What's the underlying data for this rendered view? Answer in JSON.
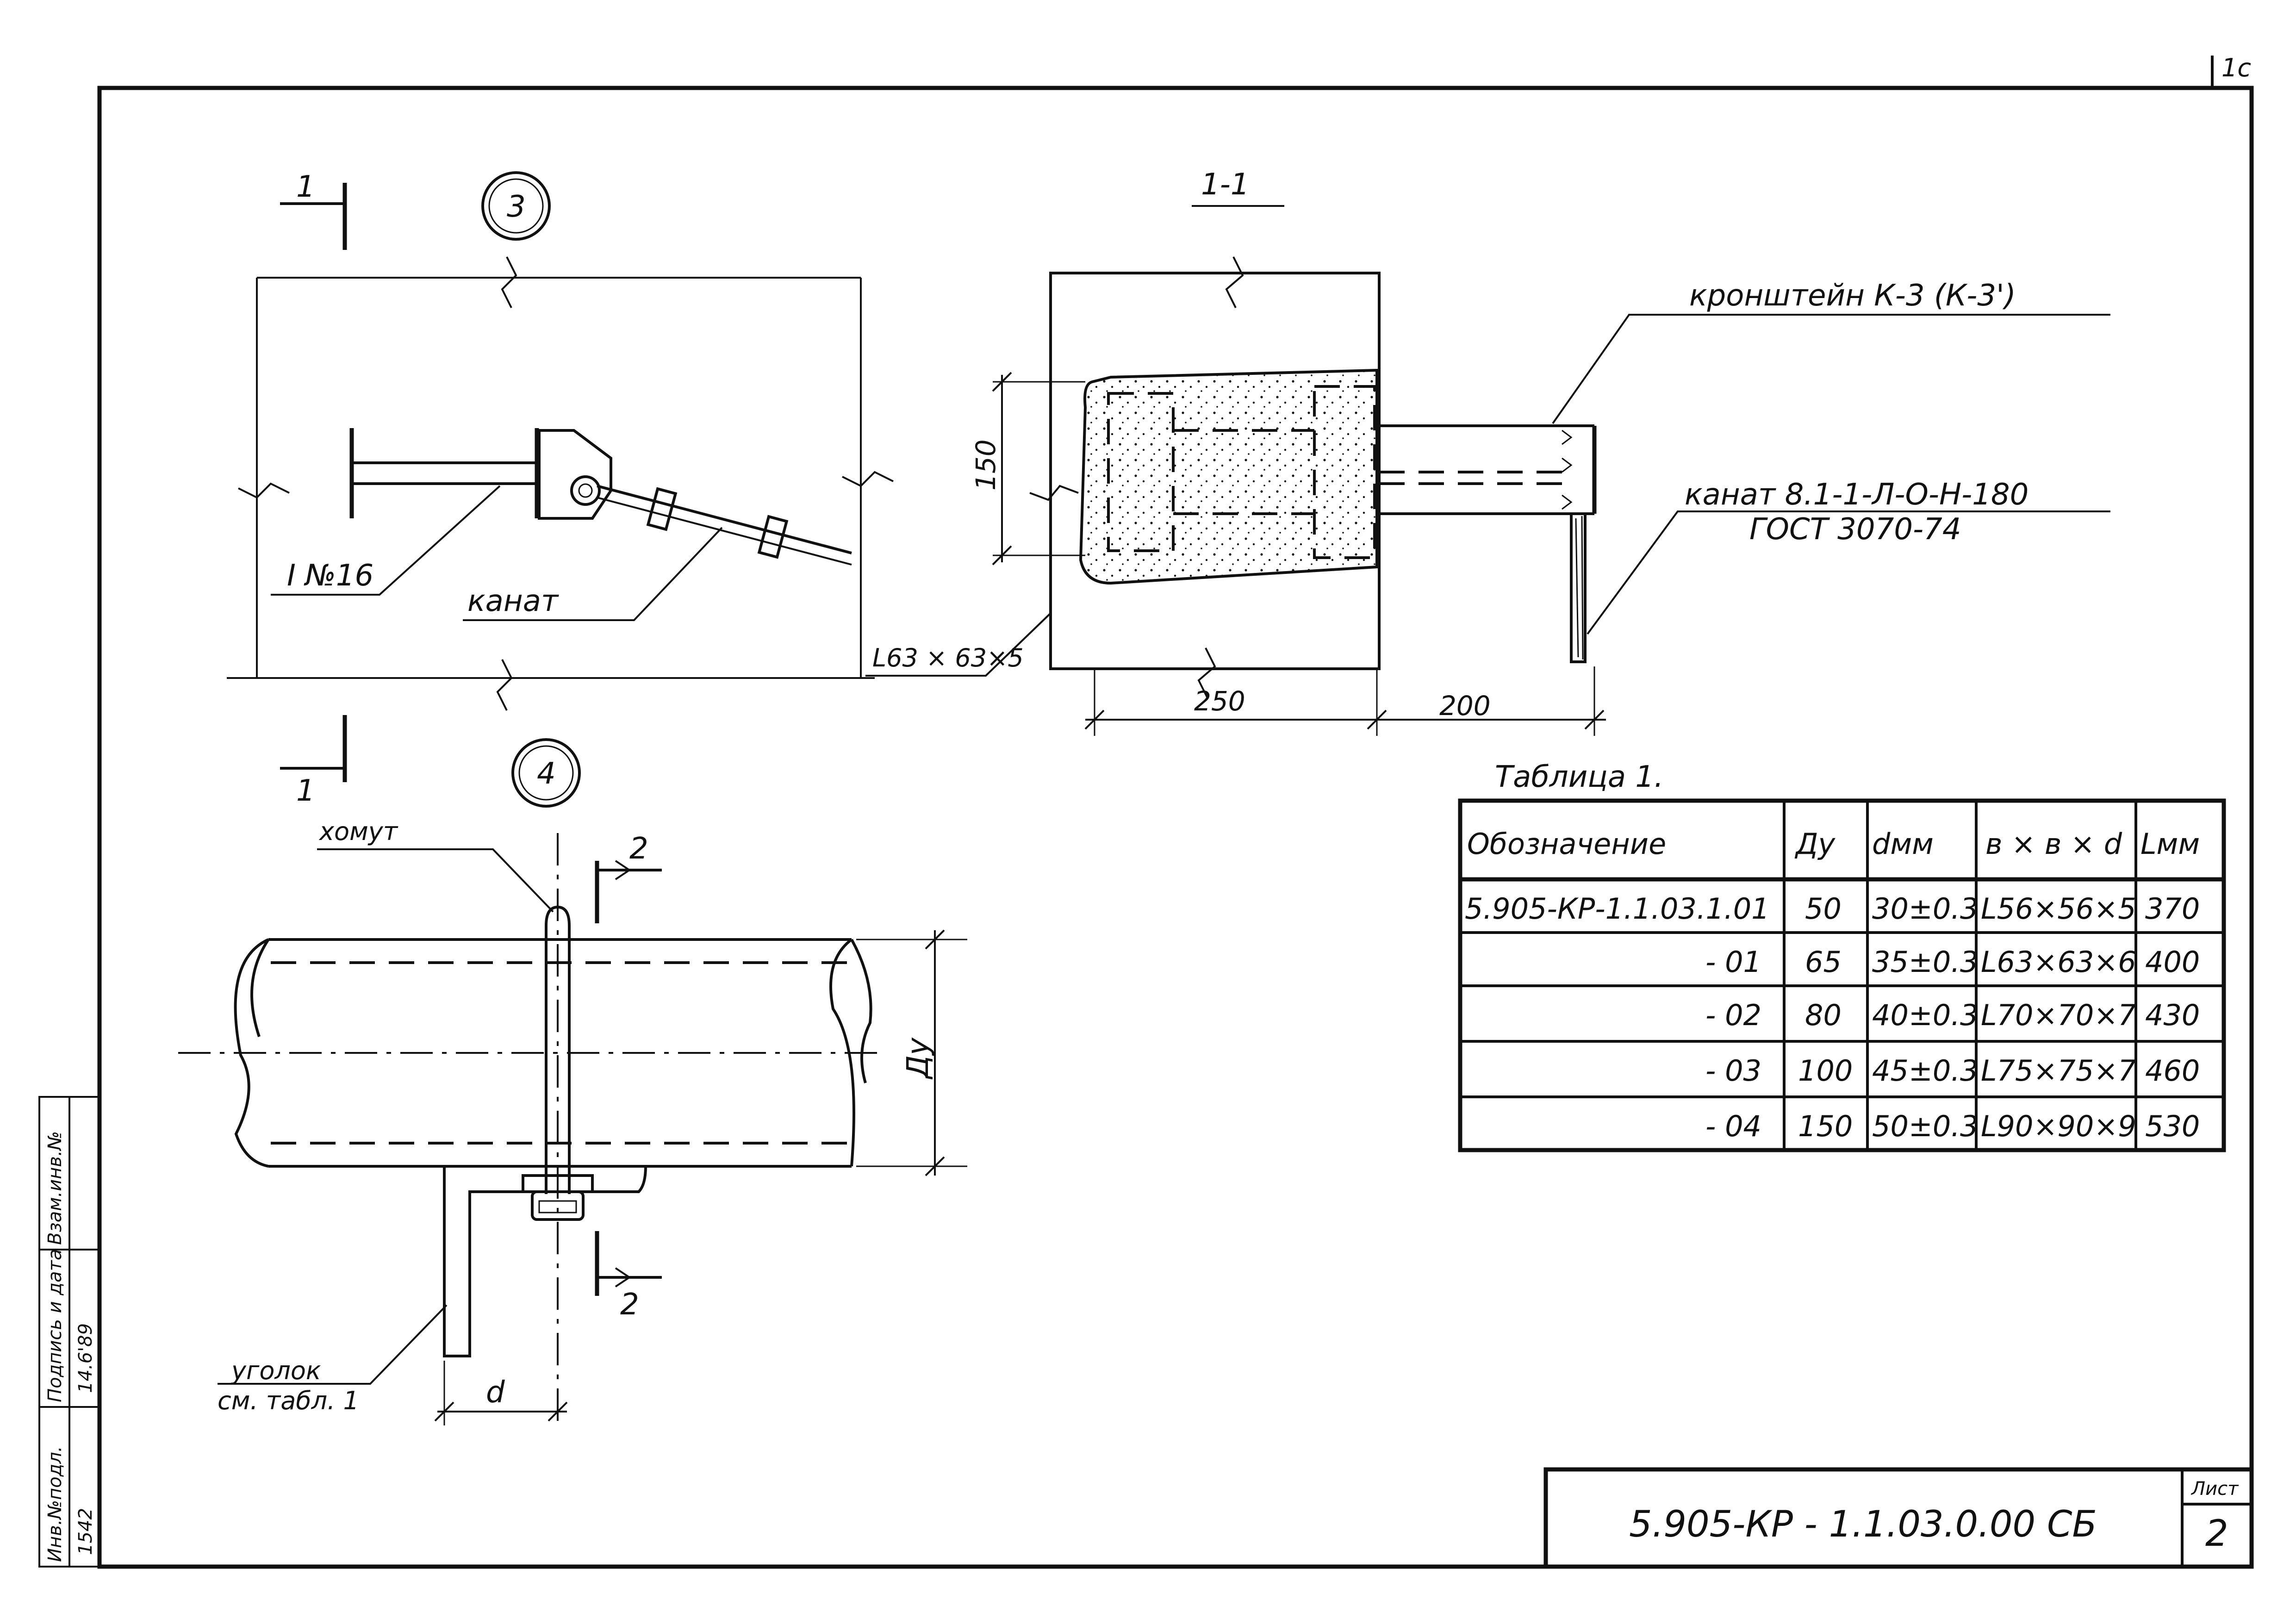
{
  "sheet": {
    "corner_mark": "1с",
    "doc_code": "5.905-КР - 1.1.03.0.00   СБ",
    "sheet_label": "Лист",
    "sheet_number": "2"
  },
  "side_stamp": {
    "col1_header": "Инв.№подл.",
    "col1_value": "1542",
    "col2_header": "Подпись и дата",
    "col2_value": "14.6'89",
    "col3_header": "Взам.инв.№",
    "col3_value": ""
  },
  "view3": {
    "callout": "3",
    "section_mark_top": "1",
    "section_mark_bottom": "1",
    "beam_label": "I №16",
    "cable_label": "канат"
  },
  "section11": {
    "title": "1-1",
    "bracket_label": "кронштейн  К-3 (К-3')",
    "cable_spec": "канат  8.1-1-Л-О-Н-180",
    "cable_gost": "ГОСТ   3070-74",
    "angle_label": "L63 × 63×5",
    "dim_height": "150",
    "dim_width_left": "250",
    "dim_width_right": "200"
  },
  "view4": {
    "callout": "4",
    "section_mark_top": "2",
    "section_mark_bottom": "2",
    "clamp_label": "хомут",
    "angle_label_line1": "уголок",
    "angle_label_line2": "см. табл. 1",
    "dim_d": "d",
    "dim_du": "Ду"
  },
  "table1": {
    "caption": "Таблица 1.",
    "headers": [
      "Обозначение",
      "Ду",
      "dмм",
      "в × в × d",
      "Lмм"
    ],
    "rows": [
      [
        "5.905-КР-1.1.03.1.01",
        "50",
        "30±0.3",
        "L56×56×5",
        "370"
      ],
      [
        "- 01",
        "65",
        "35±0.3",
        "L63×63×6",
        "400"
      ],
      [
        "- 02",
        "80",
        "40±0.3",
        "L70×70×7",
        "430"
      ],
      [
        "- 03",
        "100",
        "45±0.3",
        "L75×75×7",
        "460"
      ],
      [
        "- 04",
        "150",
        "50±0.3",
        "L90×90×9",
        "530"
      ]
    ]
  }
}
